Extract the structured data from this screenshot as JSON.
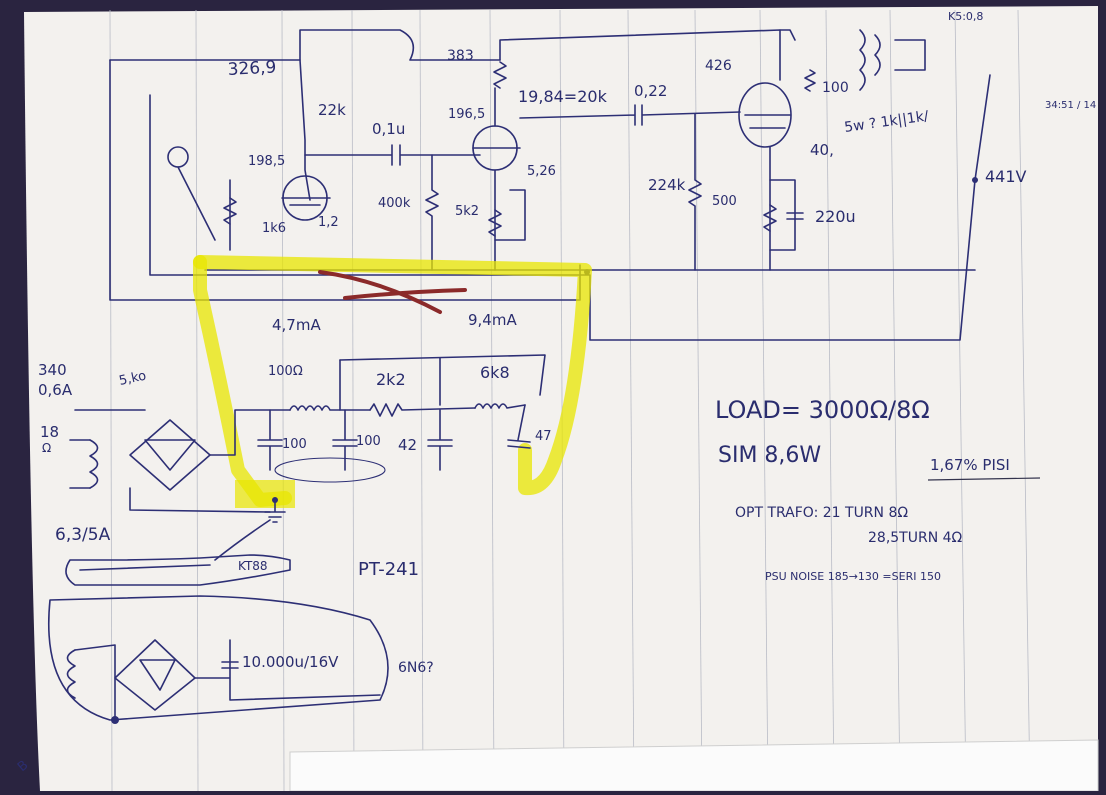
{
  "colors": {
    "background_frame": "#2a2440",
    "paper": "#f3f1ee",
    "ink": "#2d2f75",
    "highlight": "#e8e600",
    "cross_out": "#8b2a2a"
  },
  "labels": {
    "b_plus_main": "326,9",
    "b_plus_mid": "383",
    "output_tube_plate": "426",
    "r_split": "19,84=20k",
    "cap_022": "0,22",
    "secondary_tap": "K5:0,8",
    "r100_screen": "100",
    "r22k": "22k",
    "cap_01": "0,1u",
    "v1_plate": "198,5",
    "v2_plate": "196,5",
    "bias_40": "40,",
    "bias_choice": "5w ? 1k||1k/",
    "b_plus_441": "441V",
    "r1k6": "1k6",
    "c1_2": "1,2",
    "r400k": "400k",
    "r5k2": "5k2",
    "c5_26": "5,26",
    "r224k": "224k",
    "r500": "500",
    "c220u": "220u",
    "current_4_7": "4,7mA",
    "current_9_4": "9,4mA",
    "side_note": "34:51 / 14",
    "psu_v": "340",
    "psu_a": "0,6A",
    "psu_18": "18",
    "psu_omega": "Ω",
    "choke_note": "5,ko",
    "r_100_ohm": "100Ω",
    "r2k2": "2k2",
    "r6k8": "6k8",
    "c100a": "100",
    "c100b": "100",
    "c42": "42",
    "c47": "47",
    "heater": "6,3/5A",
    "kt88": "KT88",
    "pt_label": "PT-241",
    "bridge_cap": "10.000u/16V",
    "tube_6n6": "6N6?",
    "corner_mark": "B",
    "load": "LOAD= 3000Ω/8Ω",
    "sim": "SIM 8,6W",
    "thd": "1,67% PISI",
    "opt_line1": "OPT TRAFO: 21 TURN 8Ω",
    "opt_line2": "28,5TURN 4Ω",
    "psu_note": "PSU NOISE 185→130 =SERI 150"
  }
}
